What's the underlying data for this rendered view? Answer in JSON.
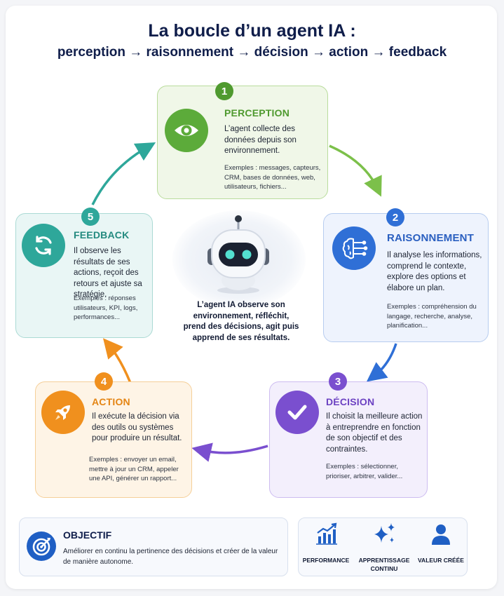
{
  "title": "La boucle d’un agent IA :",
  "subtitle": "perception → raisonnement → décision → action → feedback",
  "steps": [
    {
      "number": "1",
      "title": "PERCEPTION",
      "description": "L’agent collecte des données depuis son environnement.",
      "examples": "Exemples : messages, capteurs, CRM, bases de données, web, utilisateurs, fichiers..."
    },
    {
      "number": "2",
      "title": "RAISONNEMENT",
      "description": "Il analyse les informations, comprend le contexte, explore des options et élabore un plan.",
      "examples": "Exemples : compréhension du langage, recherche, analyse, planification..."
    },
    {
      "number": "3",
      "title": "DÉCISION",
      "description": "Il choisit la meilleure action à entreprendre en fonction de son objectif et des contraintes.",
      "examples": "Exemples : sélectionner, prioriser, arbitrer, valider..."
    },
    {
      "number": "4",
      "title": "ACTION",
      "description": "Il exécute la décision via des outils ou systèmes pour produire un résultat.",
      "examples": "Exemples : envoyer un email, mettre à jour un CRM, appeler une API, générer un rapport..."
    },
    {
      "number": "5",
      "title": "FEEDBACK",
      "description": "Il observe les résultats de ses actions, reçoit des retours et ajuste sa stratégie.",
      "examples": "Exemples : réponses utilisateurs, KPI, logs, performances..."
    }
  ],
  "center": {
    "text": "L’agent IA observe son environnement, réfléchit, prend des décisions, agit puis apprend de ses résultats."
  },
  "objective": {
    "title": "OBJECTIF",
    "text": "Améliorer en continu la pertinence des décisions et créer de la valeur de manière autonome."
  },
  "metrics": [
    {
      "label": "PERFORMANCE",
      "icon": "bar-chart-icon"
    },
    {
      "label": "APPRENTISSAGE CONTINU",
      "icon": "sparkles-icon"
    },
    {
      "label": "VALEUR CRÉÉE",
      "icon": "user-icon"
    }
  ],
  "colors": {
    "perception": "#5cab3a",
    "raisonnement": "#2f6fd6",
    "decision": "#7a4fcf",
    "action": "#f0901e",
    "feedback": "#2ea79a",
    "title": "#0f1d4a"
  }
}
